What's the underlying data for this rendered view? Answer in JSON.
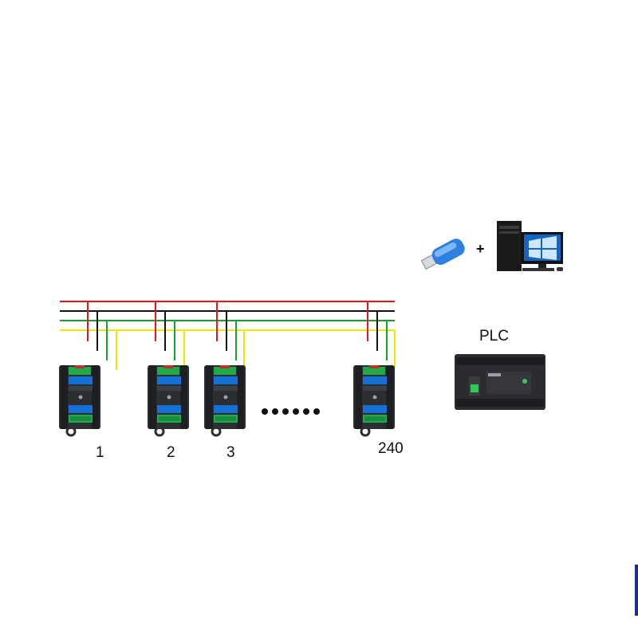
{
  "labels": {
    "plc": "PLC",
    "plus": "+",
    "ellipsis": "•••••••"
  },
  "modules": [
    {
      "number": "1"
    },
    {
      "number": "2"
    },
    {
      "number": "3"
    },
    {
      "number": "240"
    }
  ],
  "wire_colors": [
    "#e8161d",
    "#111111",
    "#17a12b",
    "#f3e600"
  ],
  "module_colors": {
    "body": "#2b2e33",
    "blue_label": "#1670d6",
    "terminal": "#23a84a"
  }
}
